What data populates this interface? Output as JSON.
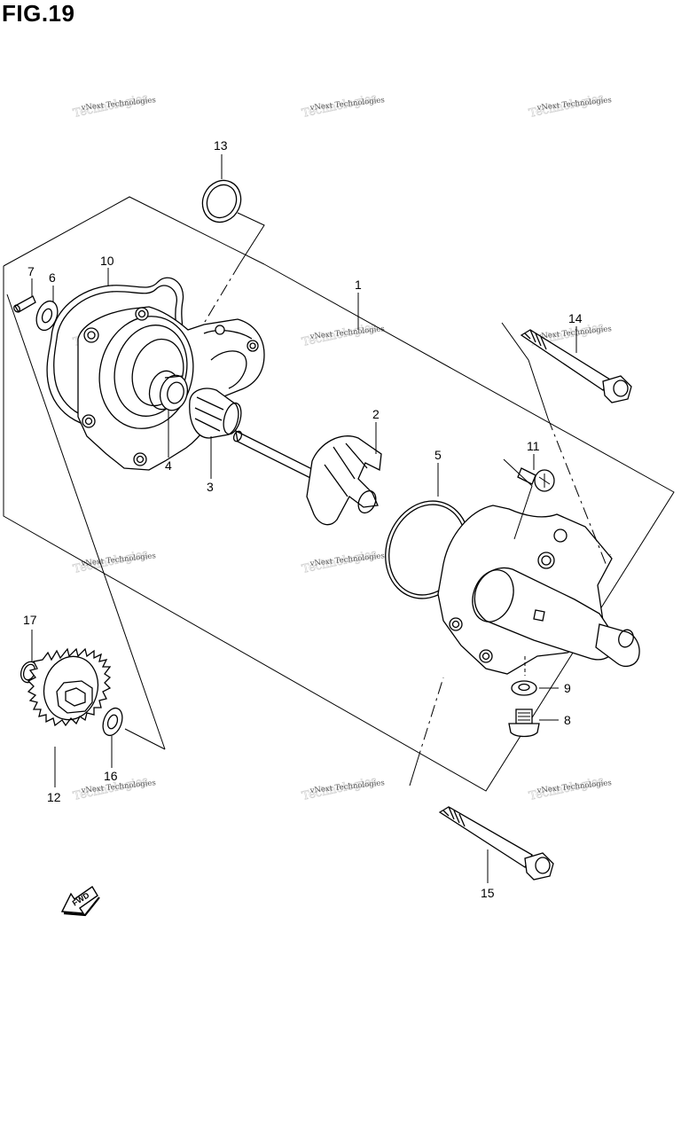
{
  "figure": {
    "title": "FIG.19"
  },
  "watermark": "vNext Technologies",
  "callouts": [
    "1",
    "2",
    "3",
    "4",
    "5",
    "6",
    "7",
    "8",
    "9",
    "10",
    "11",
    "12",
    "13",
    "14",
    "15",
    "16",
    "17"
  ],
  "fwd_label": "FWD"
}
